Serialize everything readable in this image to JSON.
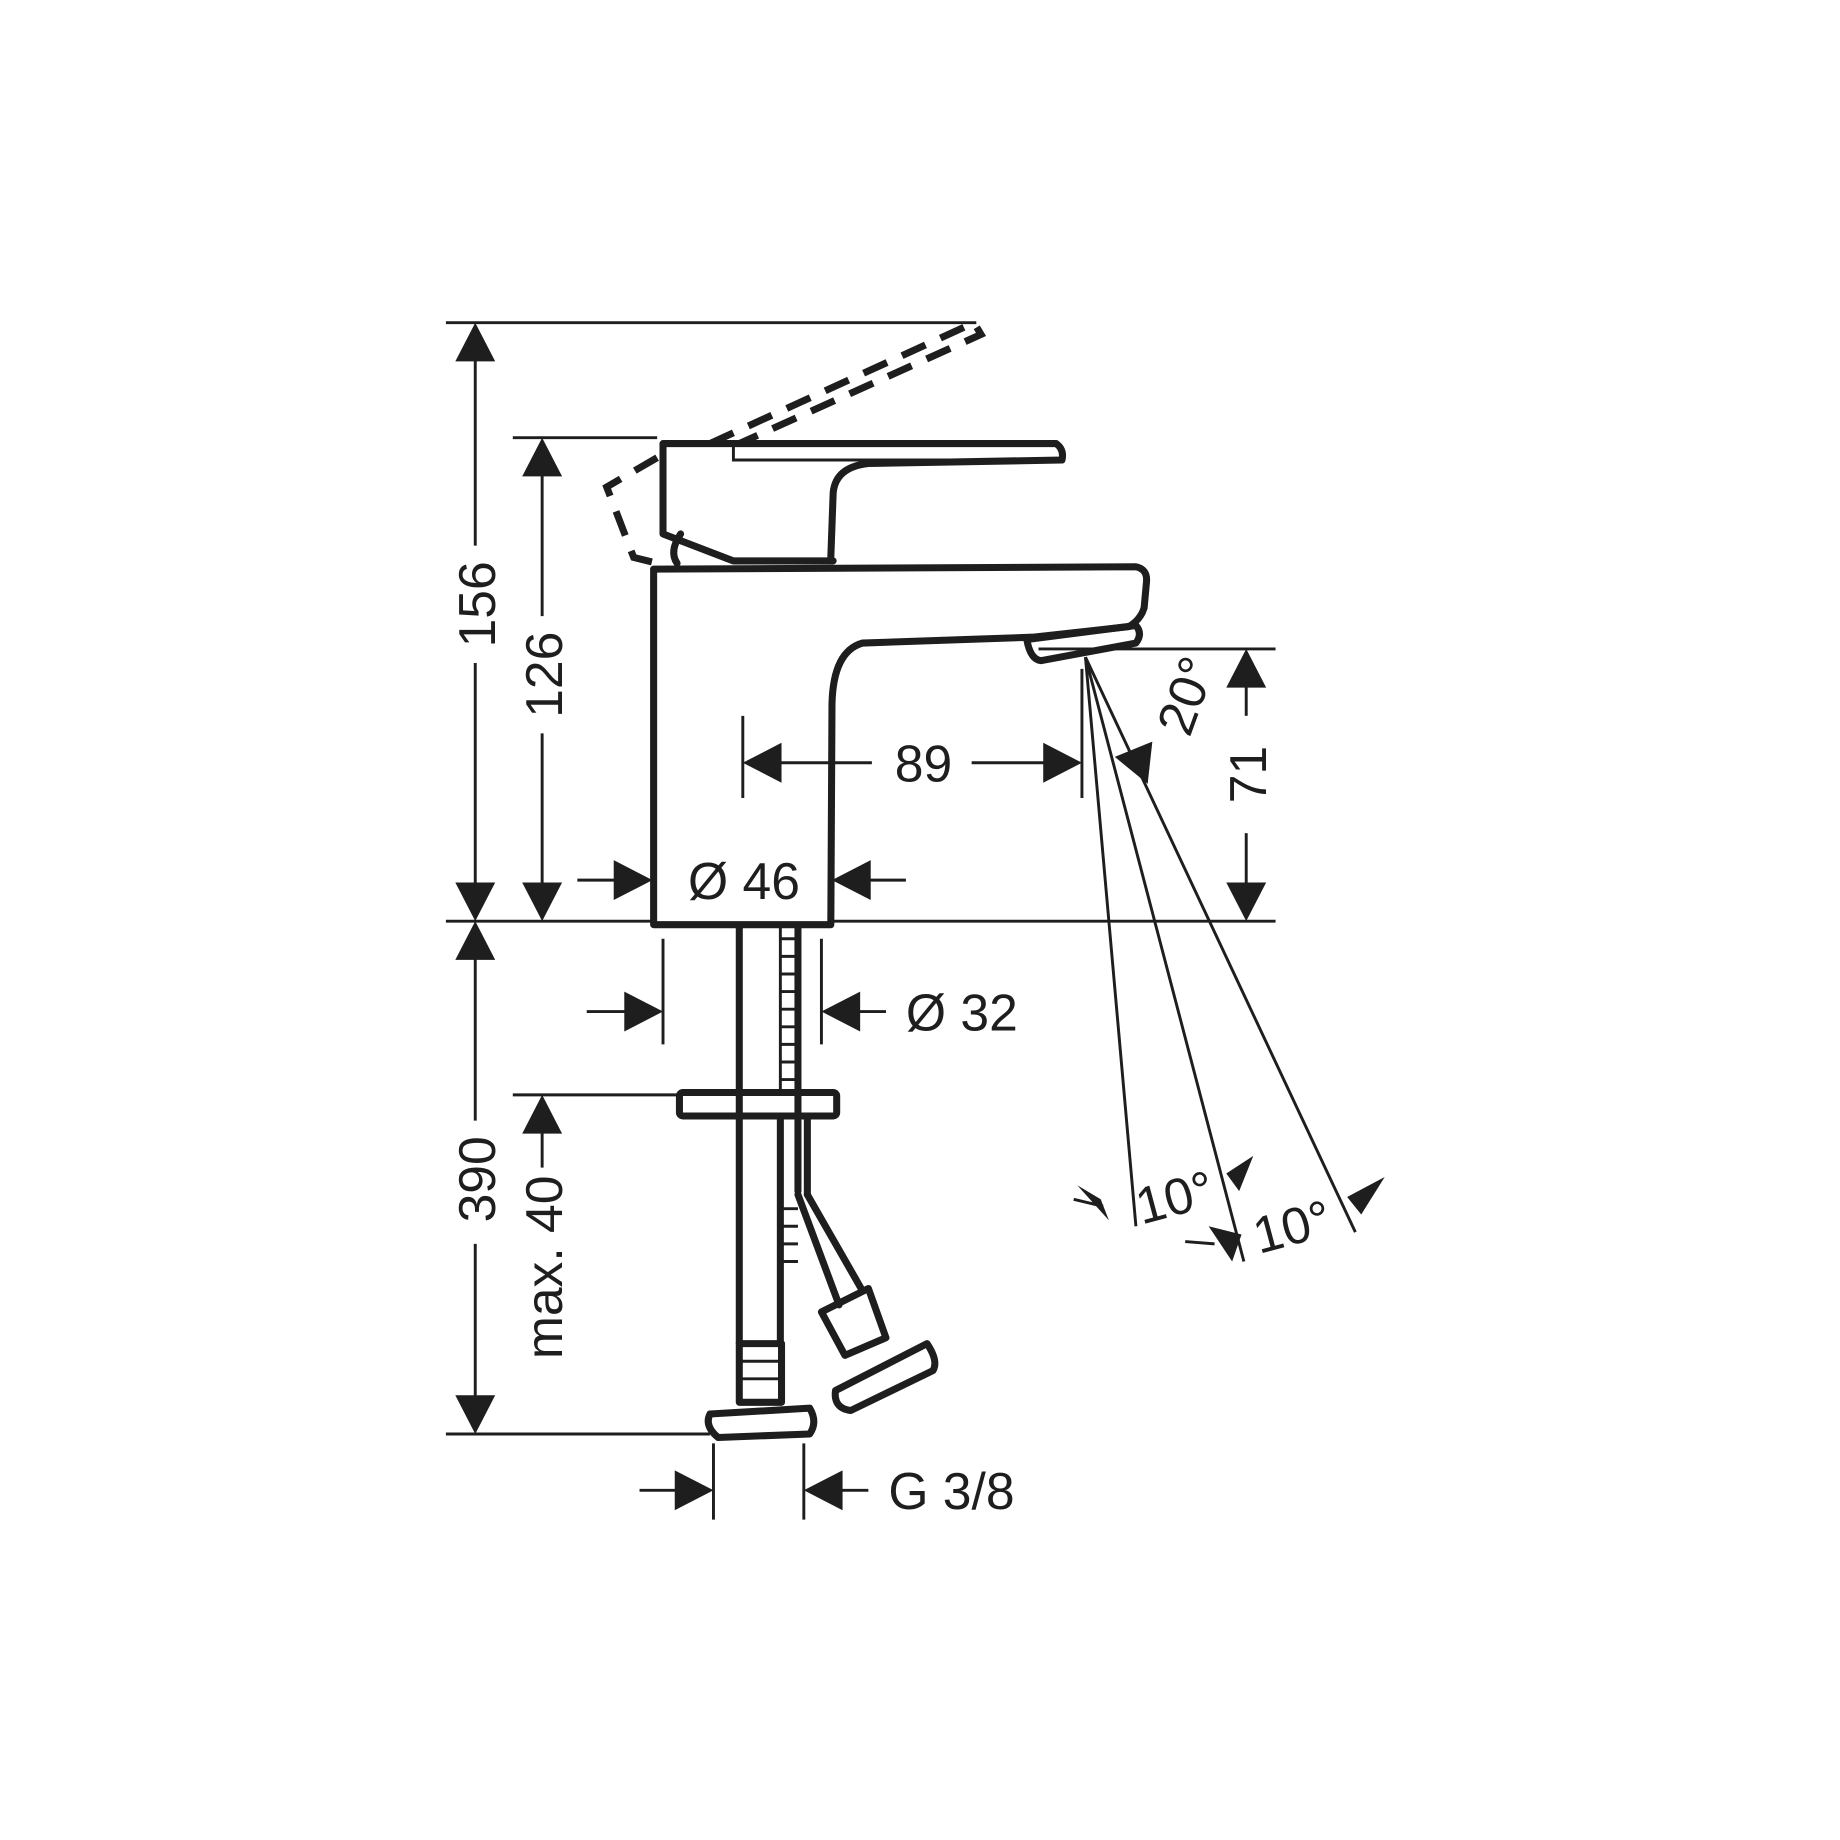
{
  "dimensions": {
    "total_height": "156",
    "lever_height": "126",
    "reach": "89",
    "spout_height": "71",
    "body_diameter": "Ø 46",
    "shank_diameter": "Ø 32",
    "below_deck_length": "390",
    "max_deck_thickness": "max. 40",
    "connection_thread": "G 3/8",
    "spray_angle": "20°",
    "spray_angle_left": "10°",
    "spray_angle_right": "10°"
  },
  "colors": {
    "line": "#1e1e1e",
    "background": "#ffffff"
  }
}
